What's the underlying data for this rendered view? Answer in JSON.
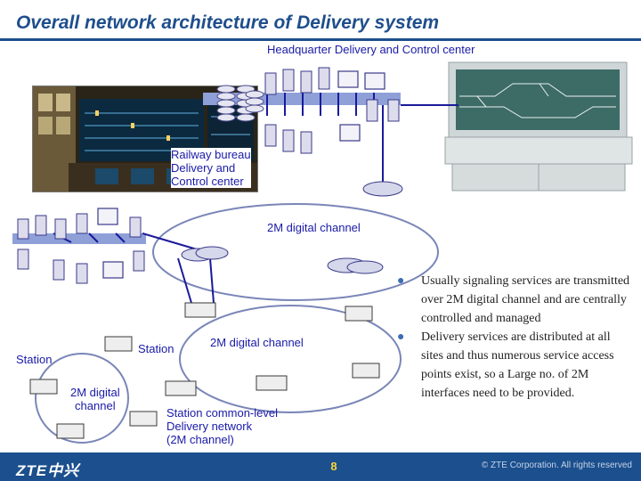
{
  "title": "Overall network architecture of Delivery system",
  "labels": {
    "hq_center": "Headquarter Delivery and Control center",
    "railway_bureau": "Railway bureau\nDelivery and\nControl center",
    "channel_top": "2M digital channel",
    "channel_middle": "2M digital channel",
    "channel_left": "2M digital\nchannel",
    "station_inner": "Station",
    "station_outer": "Station",
    "station_network": "Station common-level\nDelivery network\n(2M channel)"
  },
  "bullets": [
    "Usually signaling services are transmitted over  2M digital channel and are centrally controlled and managed",
    "Delivery services are distributed at all sites and thus numerous service access points exist, so a Large no. of 2M interfaces need to be provided."
  ],
  "footer": {
    "logo": "ZTE中兴",
    "page_number": "8",
    "copyright": "© ZTE Corporation. All rights reserved"
  },
  "colors": {
    "title": "#1f4e8c",
    "link_blue": "#1a1aa8",
    "footer_bg": "#1b4f8d",
    "page_number": "#ffd43a"
  }
}
